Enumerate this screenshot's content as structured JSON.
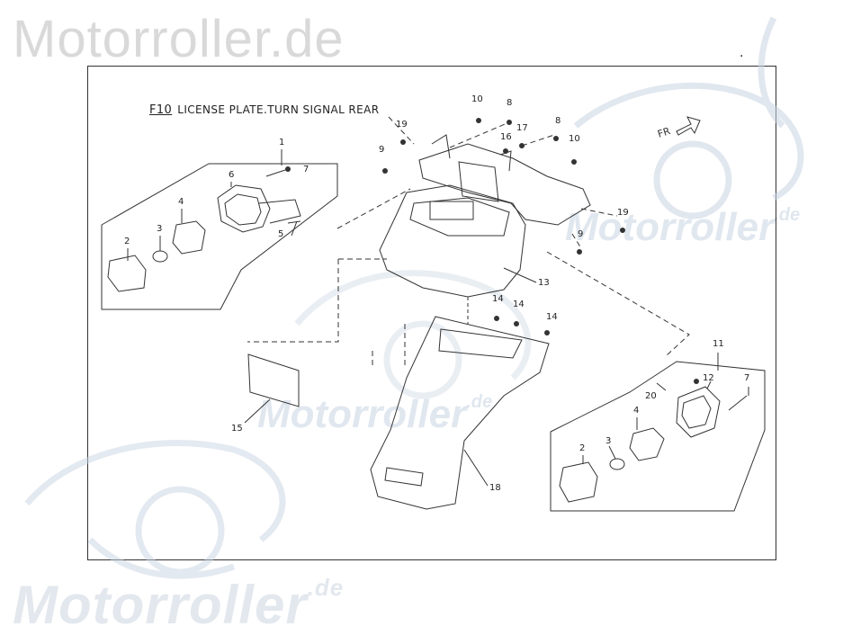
{
  "watermark": {
    "top_text": "Motorroller.de",
    "bottom_text": "Motorroller",
    "bottom_tld": ".de",
    "mid_text": "Motorroller",
    "mid_tld": ".de"
  },
  "diagram": {
    "code": "F10",
    "title": "LICENSE PLATE.TURN SIGNAL REAR",
    "direction_label": "FR",
    "corner_mark": "."
  },
  "callouts": {
    "c1": "1",
    "c2a": "2",
    "c3a": "3",
    "c4a": "4",
    "c5": "5",
    "c6": "6",
    "c7a": "7",
    "c8a": "8",
    "c8b": "8",
    "c9a": "9",
    "c9b": "9",
    "c10a": "10",
    "c10b": "10",
    "c11": "11",
    "c12": "12",
    "c13": "13",
    "c14a": "14",
    "c14b": "14",
    "c14c": "14",
    "c15": "15",
    "c16": "16",
    "c17": "17",
    "c18": "18",
    "c19a": "19",
    "c19b": "19",
    "c20": "20",
    "c2b": "2",
    "c3b": "3",
    "c4b": "4",
    "c7b": "7"
  },
  "colors": {
    "line": "#333333",
    "watermark_grey": "#d9d9d9",
    "watermark_blue": "#c6d2e0"
  }
}
